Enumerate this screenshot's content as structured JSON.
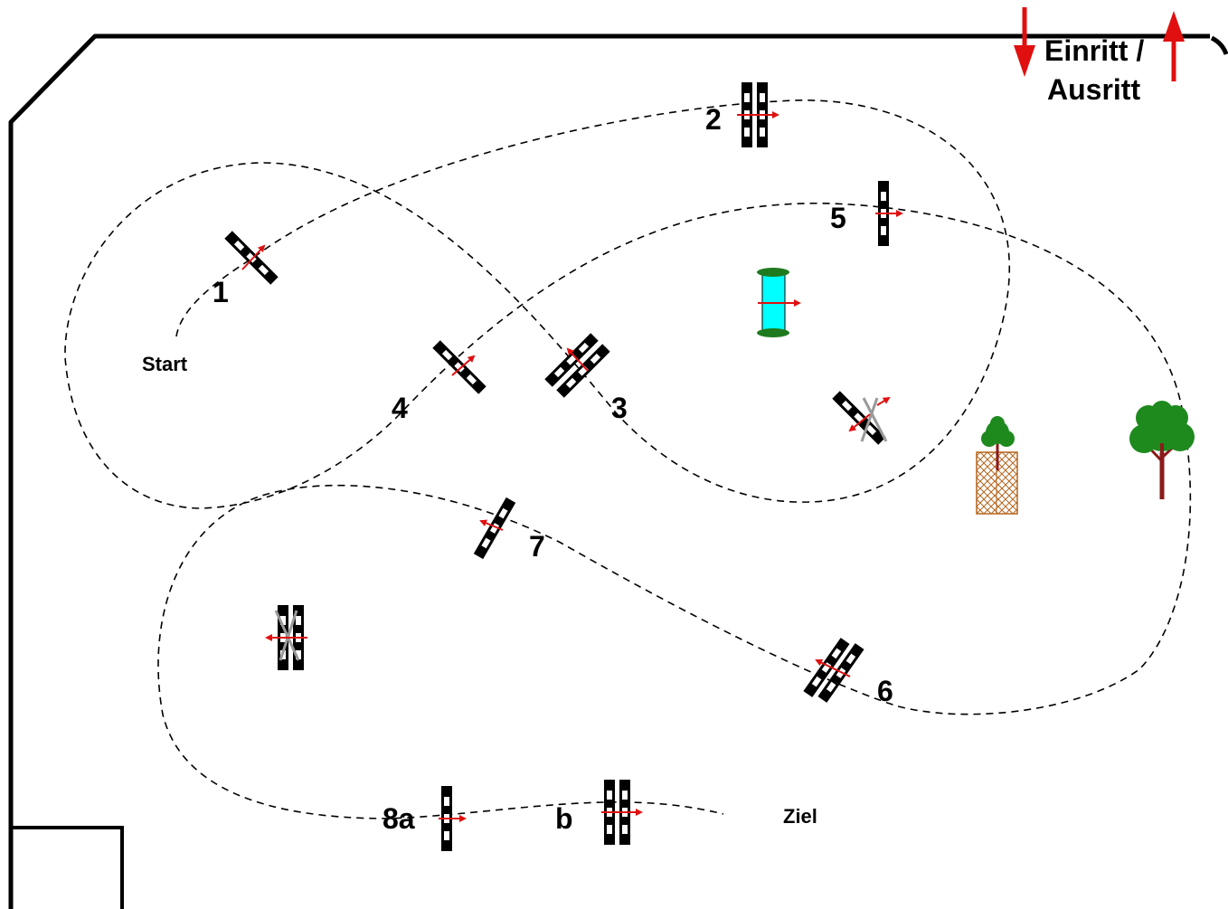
{
  "arena": {
    "entry_line1": "Einritt /",
    "entry_line2": "Ausritt"
  },
  "labels": {
    "start": "Start",
    "finish": "Ziel"
  },
  "obstacles": [
    {
      "id": "1",
      "label": "1"
    },
    {
      "id": "2",
      "label": "2"
    },
    {
      "id": "3",
      "label": "3"
    },
    {
      "id": "4",
      "label": "4"
    },
    {
      "id": "5",
      "label": "5"
    },
    {
      "id": "6",
      "label": "6"
    },
    {
      "id": "7",
      "label": "7"
    },
    {
      "id": "8a",
      "label": "8a"
    },
    {
      "id": "8b",
      "label": "b"
    }
  ],
  "colors": {
    "direction_arrow": "#e01010",
    "water": "#00ffff",
    "hedge": "#1e7a1e",
    "tree_trunk": "#8b1a1a",
    "tree_canopy": "#1e8a1e",
    "wall": "#b5651d",
    "rail": "#000000",
    "crossed_rail": "#999999"
  }
}
